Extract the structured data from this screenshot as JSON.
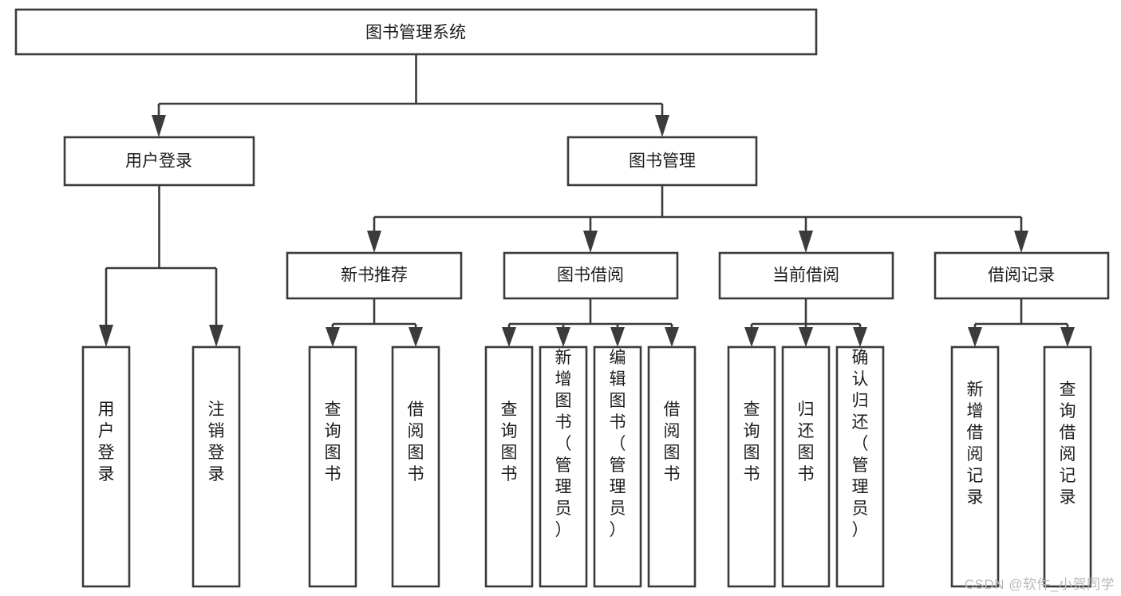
{
  "diagram": {
    "type": "tree-hierarchy",
    "title": "图书管理系统",
    "watermark": "CSDN @软件_小贺同学",
    "colors": {
      "stroke": "#3b3b3b",
      "fill": "#ffffff",
      "text": "#1c1c1c",
      "watermark": "#b9b9b9",
      "background": "#ffffff"
    },
    "nodes": {
      "root": {
        "label": "图书管理系统"
      },
      "level1": [
        {
          "id": "user-login",
          "label": "用户登录"
        },
        {
          "id": "book-manage",
          "label": "图书管理"
        }
      ],
      "level2": [
        {
          "id": "new-book-recommend",
          "label": "新书推荐",
          "parent": "book-manage"
        },
        {
          "id": "book-borrow",
          "label": "图书借阅",
          "parent": "book-manage"
        },
        {
          "id": "current-borrow",
          "label": "当前借阅",
          "parent": "book-manage"
        },
        {
          "id": "borrow-record",
          "label": "借阅记录",
          "parent": "book-manage"
        }
      ],
      "leaves": [
        {
          "id": "leaf-user-login",
          "label": "用户登录",
          "parent": "user-login"
        },
        {
          "id": "leaf-logout-login",
          "label": "注销登录",
          "parent": "user-login"
        },
        {
          "id": "leaf-query-book-1",
          "label": "查询图书",
          "parent": "new-book-recommend"
        },
        {
          "id": "leaf-borrow-book-1",
          "label": "借阅图书",
          "parent": "new-book-recommend"
        },
        {
          "id": "leaf-query-book-2",
          "label": "查询图书",
          "parent": "book-borrow"
        },
        {
          "id": "leaf-add-book",
          "label": "新增图书（管理员）",
          "parent": "book-borrow"
        },
        {
          "id": "leaf-edit-book",
          "label": "编辑图书（管理员）",
          "parent": "book-borrow"
        },
        {
          "id": "leaf-borrow-book-2",
          "label": "借阅图书",
          "parent": "book-borrow"
        },
        {
          "id": "leaf-query-book-3",
          "label": "查询图书",
          "parent": "current-borrow"
        },
        {
          "id": "leaf-return-book",
          "label": "归还图书",
          "parent": "current-borrow"
        },
        {
          "id": "leaf-confirm-return",
          "label": "确认归还（管理员）",
          "parent": "current-borrow"
        },
        {
          "id": "leaf-add-record",
          "label": "新增借阅记录",
          "parent": "borrow-record"
        },
        {
          "id": "leaf-query-record",
          "label": "查询借阅记录",
          "parent": "borrow-record"
        }
      ]
    }
  }
}
